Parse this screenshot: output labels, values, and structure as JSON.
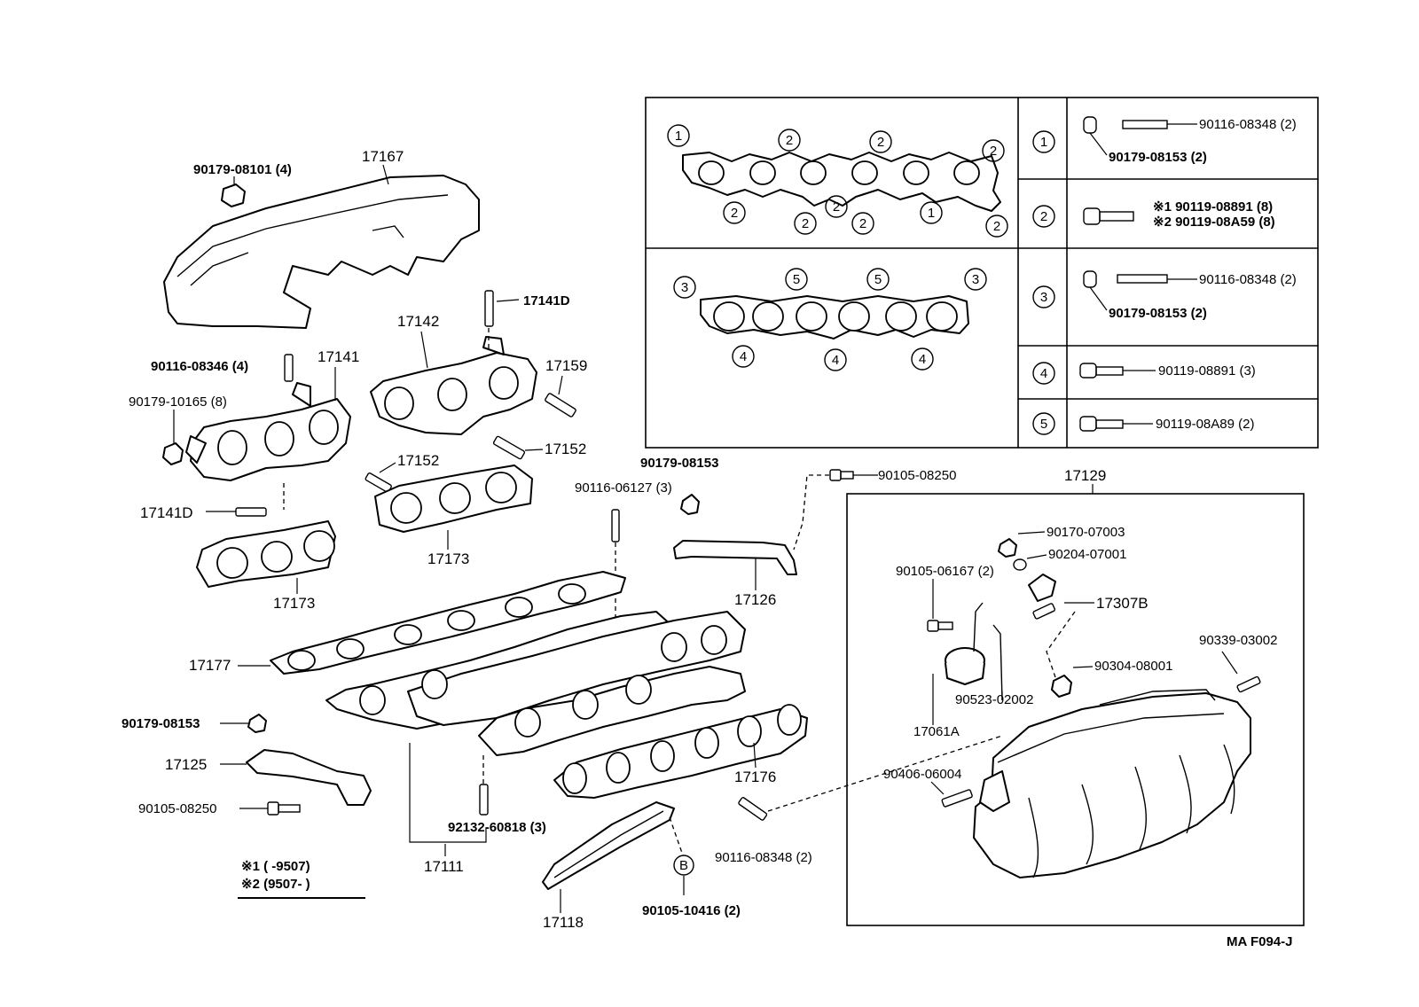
{
  "labels": {
    "l_90179_08101": "90179-08101 (4)",
    "l_17167": "17167",
    "l_17141D_top": "17141D",
    "l_17142": "17142",
    "l_90116_08346": "90116-08346 (4)",
    "l_17141": "17141",
    "l_17159": "17159",
    "l_90179_10165": "90179-10165 (8)",
    "l_17152_a": "17152",
    "l_17152_b": "17152",
    "l_17141D_bottom": "17141D",
    "l_17173_a": "17173",
    "l_17173_b": "17173",
    "l_90179_08153_mid": "90179-08153",
    "l_90116_06127": "90116-06127 (3)",
    "l_90105_08250_top": "90105-08250",
    "l_17126": "17126",
    "l_17177": "17177",
    "l_90179_08153_left": "90179-08153",
    "l_17125": "17125",
    "l_90105_08250_left": "90105-08250",
    "l_17176": "17176",
    "l_92132_60818": "92132-60818 (3)",
    "l_17111": "17111",
    "l_17118": "17118",
    "l_90105_10416": "90105-10416 (2)",
    "l_90116_08348_bottom": "90116-08348 (2)",
    "l_90406_06004": "90406-06004",
    "l_17129": "17129",
    "l_90170_07003": "90170-07003",
    "l_90204_07001": "90204-07001",
    "l_90105_06167": "90105-06167 (2)",
    "l_17307B": "17307B",
    "l_90339_03002": "90339-03002",
    "l_90304_08001": "90304-08001",
    "l_90523_02002": "90523-02002",
    "l_17061A": "17061A",
    "legend_1": "※1 (       -9507)",
    "legend_2": "※2 (9507-          )",
    "figure_code": "MA  F094-J"
  },
  "circle_marks": {
    "one": "1",
    "two": "2",
    "three": "3",
    "four": "4",
    "five": "5",
    "b": "B"
  },
  "table": {
    "row1_a": "90116-08348 (2)",
    "row1_b": "90179-08153 (2)",
    "row2_a": "※1 90119-08891 (8)",
    "row2_b": "※2 90119-08A59 (8)",
    "row3_a": "90116-08348 (2)",
    "row3_b": "90179-08153 (2)",
    "row4_a": "90119-08891 (3)",
    "row5_a": "90119-08A89 (2)"
  }
}
